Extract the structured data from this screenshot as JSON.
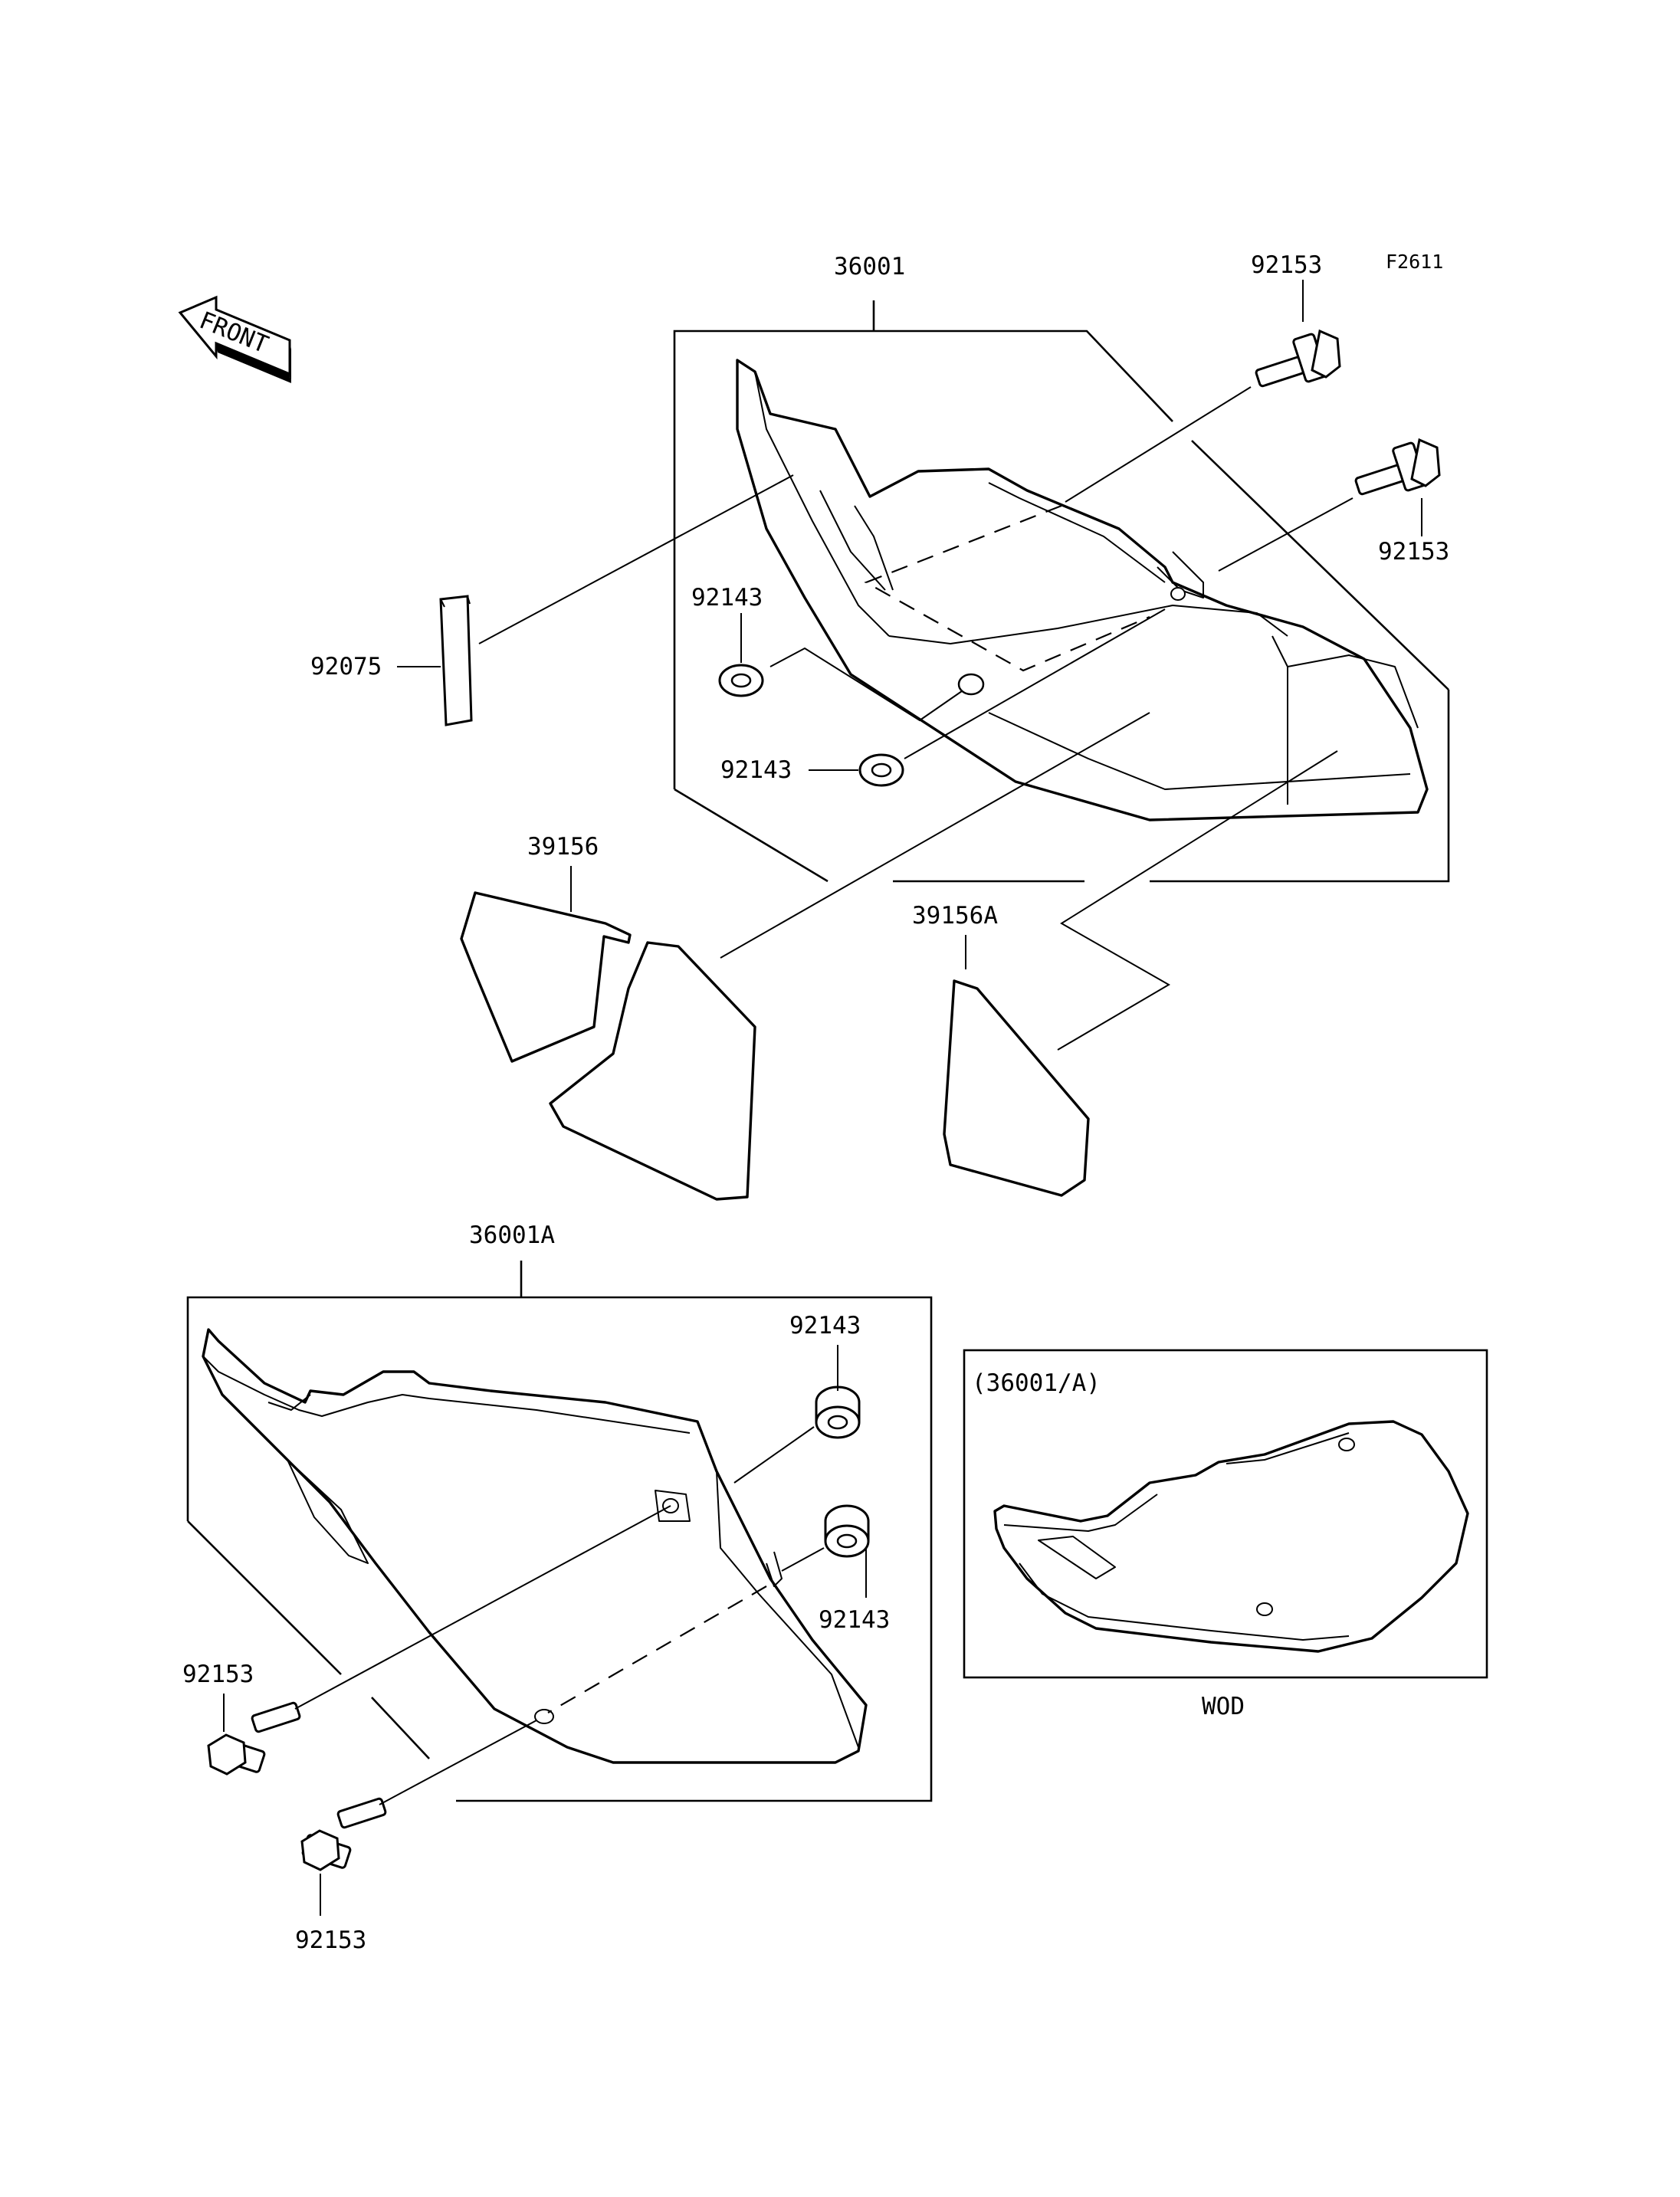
{
  "figure_code": "F2611",
  "front_arrow_label": "FRONT",
  "parts": {
    "cover_right": "36001",
    "cover_left": "36001A",
    "bolt_top": "92153",
    "bolt_upper_right": "92153",
    "bolt_left_a": "92153",
    "bolt_left_b": "92153",
    "grommet_upper_a": "92143",
    "grommet_upper_b": "92143",
    "grommet_lower_a": "92143",
    "grommet_lower_b": "92143",
    "pad": "92075",
    "sticker_a": "39156",
    "sticker_b": "39156A"
  },
  "inset": {
    "title": "(36001/A)",
    "caption": "WOD"
  }
}
